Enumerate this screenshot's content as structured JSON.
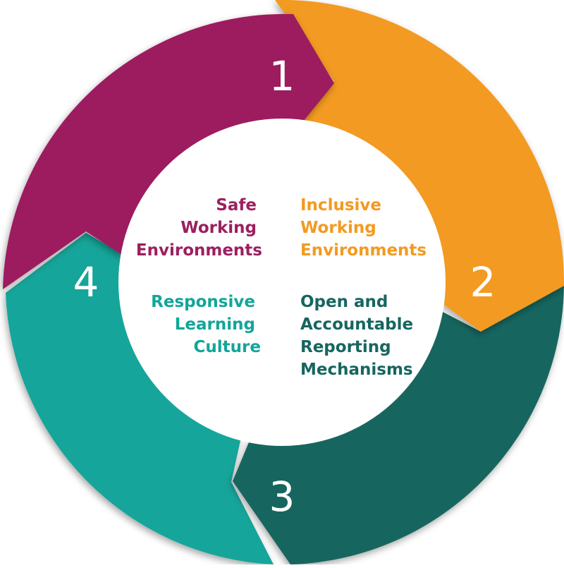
{
  "segments": [
    {
      "number": "1",
      "label_lines": [
        "Safe",
        "Working",
        "Environments"
      ],
      "color": "#9c1f5f"
    },
    {
      "number": "2",
      "label_lines": [
        "Inclusive",
        "Working",
        "Environments"
      ],
      "color": "#f39a21"
    },
    {
      "number": "3",
      "label_lines": [
        "Open and",
        "Accountable",
        "Reporting",
        "Mechanisms"
      ],
      "color": "#16665f"
    },
    {
      "number": "4",
      "label_lines": [
        "Responsive",
        "Learning",
        "Culture"
      ],
      "color": "#12a59a"
    }
  ],
  "background": "#ffffff",
  "number_color": "#ffffff"
}
